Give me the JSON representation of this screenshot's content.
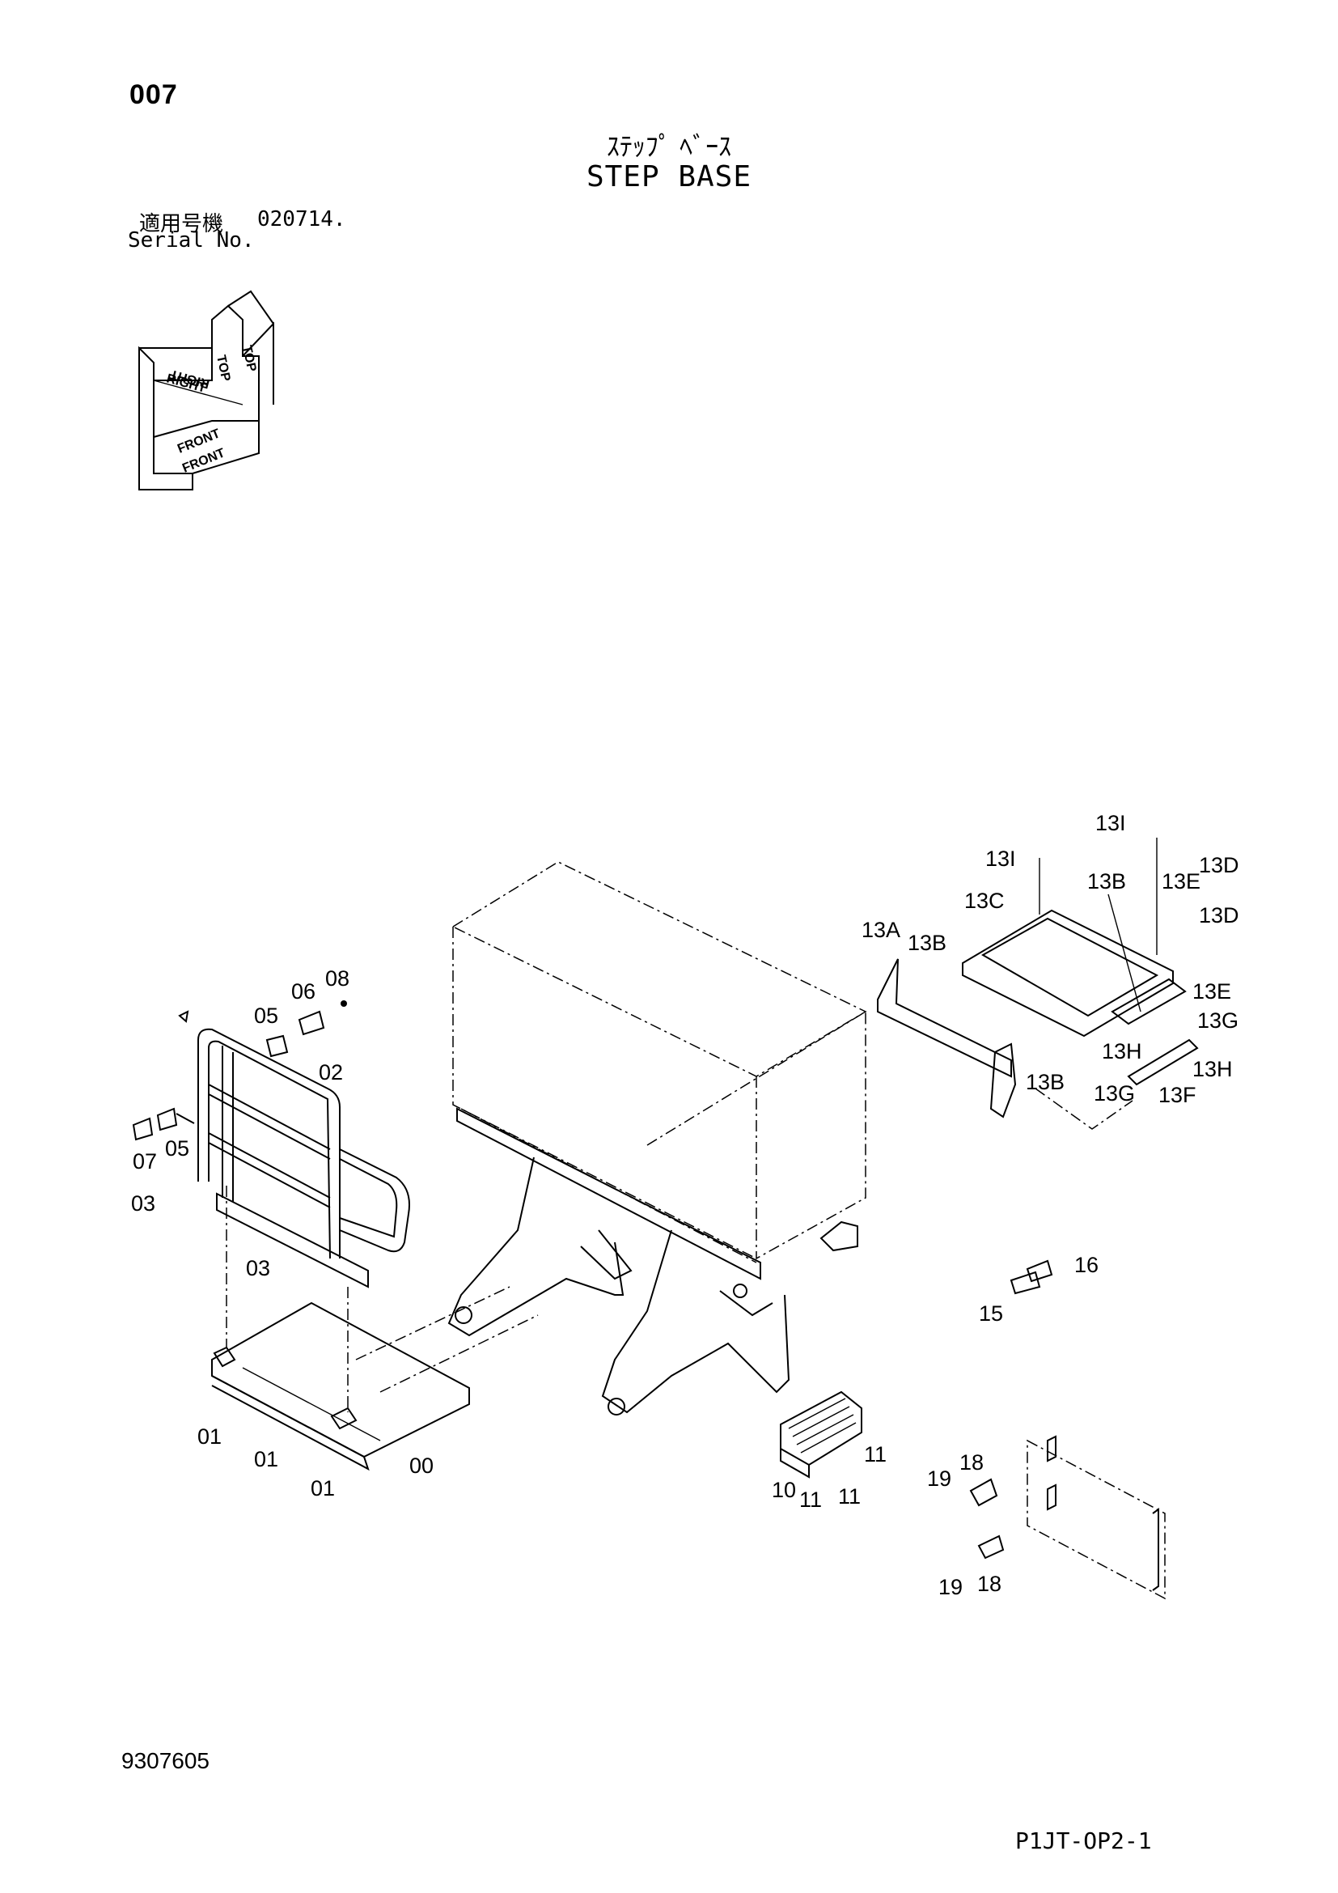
{
  "header": {
    "page_number": "007",
    "title_jp": "ｽﾃｯﾌﾟ ﾍﾞｰｽ",
    "title_en": "STEP BASE"
  },
  "serial": {
    "label_jp": "適用号機",
    "value": "020714.",
    "label_en": "Serial No."
  },
  "orientation": {
    "labels": [
      "TOP",
      "TOP",
      "RIGHT",
      "RIGHT",
      "FRONT",
      "FRONT"
    ]
  },
  "callouts": [
    "00",
    "01",
    "01",
    "01",
    "02",
    "03",
    "03",
    "05",
    "05",
    "06",
    "07",
    "08",
    "10",
    "11",
    "11",
    "11",
    "15",
    "16",
    "18",
    "18",
    "19",
    "19",
    "13A",
    "13B",
    "13B",
    "13B",
    "13C",
    "13D",
    "13D",
    "13E",
    "13E",
    "13F",
    "13G",
    "13G",
    "13H",
    "13H",
    "13I",
    "13I"
  ],
  "footer": {
    "doc_number": "9307605",
    "page_code": "P1JT-OP2-1"
  }
}
